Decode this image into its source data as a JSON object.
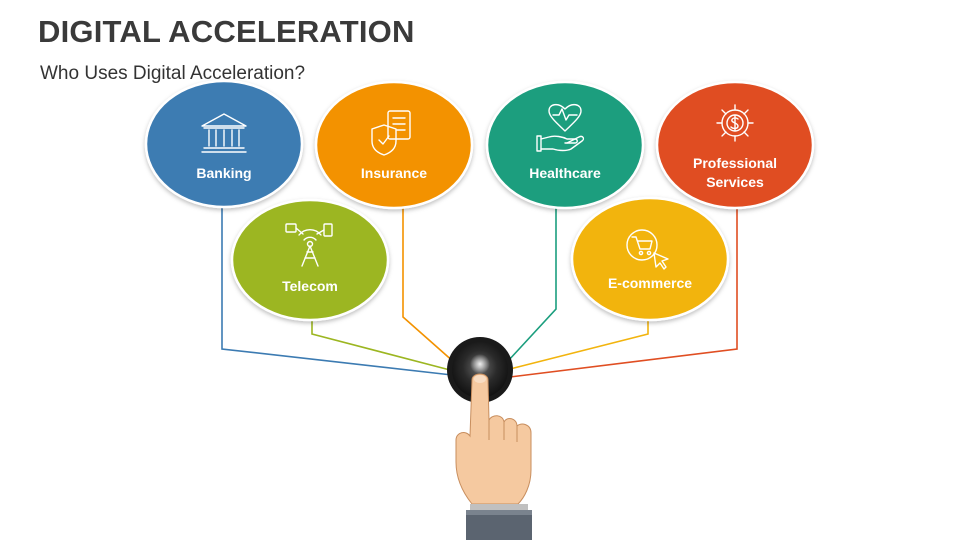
{
  "title": "DIGITAL ACCELERATION",
  "subtitle": "Who Uses Digital Acceleration?",
  "nodes": [
    {
      "id": "banking",
      "label_lines": [
        "Banking"
      ],
      "icon": "bank-icon",
      "color": "#3C7BB2"
    },
    {
      "id": "insurance",
      "label_lines": [
        "Insurance"
      ],
      "icon": "insurance-shield-icon",
      "color": "#F39200"
    },
    {
      "id": "healthcare",
      "label_lines": [
        "Healthcare"
      ],
      "icon": "healthcare-hand-heart-icon",
      "color": "#1B9E7E"
    },
    {
      "id": "professional-services",
      "label_lines": [
        "Professional",
        "Services"
      ],
      "icon": "gear-dollar-icon",
      "color": "#E04E22"
    },
    {
      "id": "telecom",
      "label_lines": [
        "Telecom"
      ],
      "icon": "telecom-tower-icon",
      "color": "#9CB621"
    },
    {
      "id": "ecommerce",
      "label_lines": [
        "E-commerce"
      ],
      "icon": "shopping-cart-cursor-icon",
      "color": "#F2B40E"
    }
  ],
  "hub": {
    "icon": "push-button-icon",
    "color": "#2b2b2b"
  },
  "pointer": {
    "icon": "pointing-hand-icon",
    "skin_color": "#F5C9A0"
  }
}
